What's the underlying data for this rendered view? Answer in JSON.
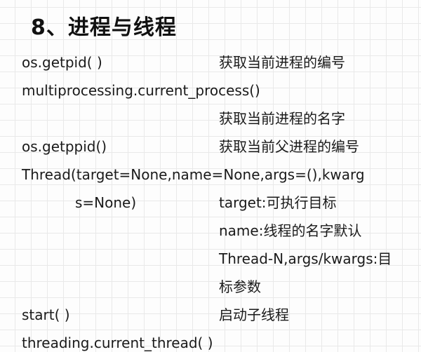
{
  "title": "8、进程与线程",
  "rows": [
    {
      "code": "os.getpid( )",
      "desc": "获取当前进程的编号"
    },
    {
      "code": "multiprocessing.current_process()",
      "desc": "获取当前进程的名字"
    },
    {
      "code": "os.getppid()",
      "desc": "获取当前父进程的编号"
    },
    {
      "code": "Thread(target=None,name=None,args=(),kwarg",
      "code_cont": "s=None)",
      "desc_lines": [
        "target:可执行目标",
        "name:线程的名字默认",
        "Thread-N,args/kwargs:目",
        "标参数"
      ]
    },
    {
      "code": "start( )",
      "desc": "启动子线程"
    },
    {
      "code": "threading.current_thread( )"
    }
  ],
  "colors": {
    "text": "#1a1a1a",
    "grid": "#e9e9e9",
    "background": "#fdfdfd"
  }
}
